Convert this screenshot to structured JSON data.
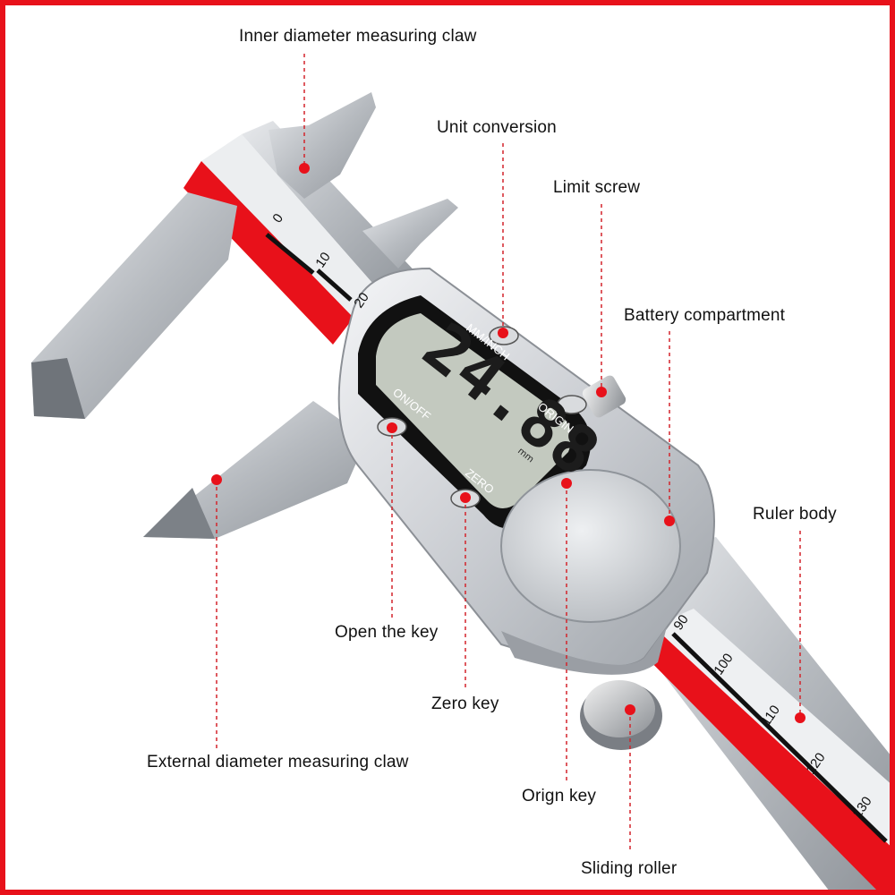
{
  "labels": {
    "inner_claw": "Inner diameter measuring claw",
    "unit_conversion": "Unit conversion",
    "limit_screw": "Limit screw",
    "battery": "Battery compartment",
    "ruler_body": "Ruler body",
    "open_key": "Open the key",
    "zero_key": "Zero key",
    "external_claw": "External diameter measuring claw",
    "origin_key": "Orign key",
    "sliding_roller": "Sliding roller"
  },
  "display": {
    "reading": "24.88",
    "unit": "mm",
    "btn_unit": "MM/INCH",
    "btn_onoff": "ON/OFF",
    "btn_origin": "ORIGIN",
    "btn_zero": "ZERO"
  },
  "scale": {
    "top_ticks": [
      "0",
      "10",
      "20"
    ],
    "bottom_ticks": [
      "90",
      "100",
      "110",
      "120",
      "130"
    ]
  },
  "colors": {
    "border": "#e8111a",
    "accent_red": "#e8111a",
    "dot": "#e8111a",
    "leader": "#d3242b",
    "steel": "#c9ccd0",
    "lcd": "#c3c9bf"
  }
}
